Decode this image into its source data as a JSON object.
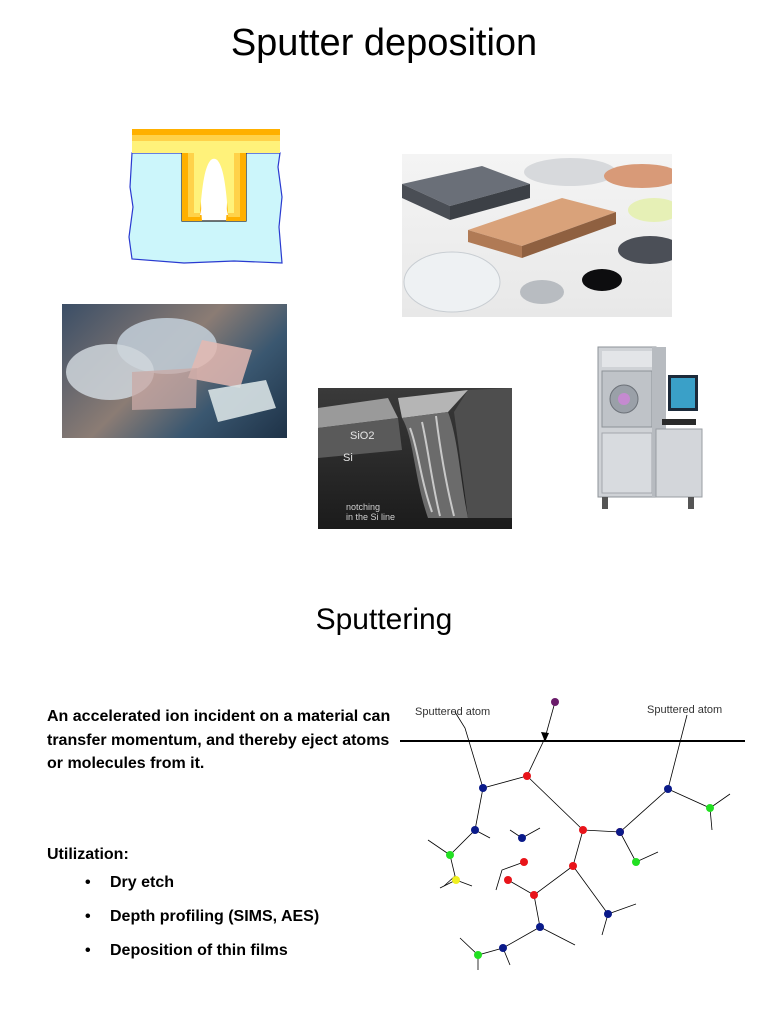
{
  "slide1": {
    "title": "Sputter deposition",
    "sem_image": {
      "label_sio2": "SiO2",
      "label_si": "Si",
      "caption_line1": "notching",
      "caption_line2": "in the Si line"
    }
  },
  "slide2": {
    "title": "Sputtering",
    "paragraph": "An accelerated ion incident on a material can transfer momentum, and thereby eject atoms or molecules from it.",
    "utilization_label": "Utilization:",
    "bullets": [
      "Dry etch",
      "Depth profiling (SIMS, AES)",
      "Deposition of thin films"
    ],
    "diagram": {
      "left_label": "Sputtered atom",
      "right_label": "Sputtered atom",
      "colors": {
        "incident_ion": "#6a1b6a",
        "primary_red": "#e8141a",
        "secondary_blue": "#0a1a8a",
        "tertiary_green": "#22e022",
        "yellow": "#f0f020"
      }
    }
  }
}
